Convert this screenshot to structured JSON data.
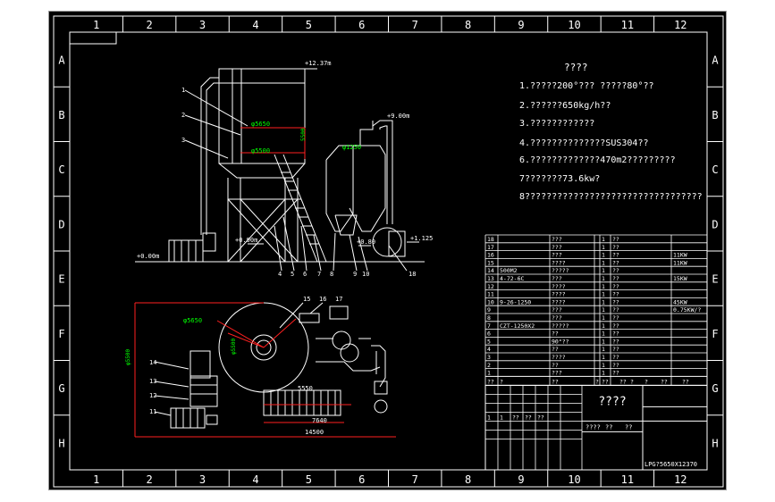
{
  "colors": {
    "background": "#000000",
    "border": "#ffffff",
    "dim": "#ff2020",
    "label": "#00ff00",
    "panel": "#ffffff"
  },
  "border": {
    "columns": [
      "1",
      "2",
      "3",
      "4",
      "5",
      "6",
      "7",
      "8",
      "9",
      "10",
      "11",
      "12"
    ],
    "rows": [
      "A",
      "B",
      "C",
      "D",
      "E",
      "F",
      "G",
      "H"
    ]
  },
  "notes": {
    "heading": "????",
    "lines": [
      "1.?????200°???  ?????80°??",
      "2.??????650kg/h??",
      "3.????????????",
      "4.??????????????SUS304??",
      "6.?????????????470m2?????????",
      "7???????73.6kw?",
      "8?????????????????????????????????"
    ]
  },
  "elevation": {
    "levels": [
      "+12.37m",
      "+9.00m",
      "+0.90m",
      "+0.00m",
      "+0.80",
      "+1.125"
    ],
    "dims": [
      "φ5650",
      "5500",
      "φ5500",
      "φ1250"
    ],
    "callouts": [
      "1",
      "2",
      "3",
      "4",
      "5",
      "6",
      "7",
      "8",
      "9",
      "10",
      "18"
    ]
  },
  "plan": {
    "dims": [
      "φ5650",
      "φ5500",
      "5550",
      "7640",
      "14500",
      "φ5500"
    ],
    "callouts": [
      "11",
      "12",
      "13",
      "14",
      "15",
      "16",
      "17"
    ]
  },
  "parts_list": {
    "rows": [
      {
        "no": "18",
        "name": "",
        "qty": "???",
        "note": "??",
        "power": ""
      },
      {
        "no": "17",
        "name": "",
        "qty": "???",
        "note": "??",
        "power": ""
      },
      {
        "no": "16",
        "name": "",
        "qty": "???",
        "note": "??",
        "power": "11KW"
      },
      {
        "no": "15",
        "name": "",
        "qty": "????",
        "note": "??",
        "power": "11KW"
      },
      {
        "no": "14",
        "name": "500M2",
        "qty": "?????",
        "note": "??",
        "power": ""
      },
      {
        "no": "13",
        "name": "4-72-6C",
        "qty": "???",
        "note": "??",
        "power": "15KW"
      },
      {
        "no": "12",
        "name": "",
        "qty": "????",
        "note": "??",
        "power": ""
      },
      {
        "no": "11",
        "name": "",
        "qty": "????",
        "note": "??",
        "power": ""
      },
      {
        "no": "10",
        "name": "9-26-1250",
        "qty": "????",
        "note": "??",
        "power": "45KW"
      },
      {
        "no": "9",
        "name": "",
        "qty": "???",
        "note": "??",
        "power": "0.75KW/?"
      },
      {
        "no": "8",
        "name": "",
        "qty": "???",
        "note": "??",
        "power": ""
      },
      {
        "no": "7",
        "name": "CZT-1250X2",
        "qty": "?????",
        "note": "??",
        "power": ""
      },
      {
        "no": "6",
        "name": "",
        "qty": "??",
        "note": "??",
        "power": ""
      },
      {
        "no": "5",
        "name": "",
        "qty": "90°??",
        "note": "??",
        "power": ""
      },
      {
        "no": "4",
        "name": "",
        "qty": "??",
        "note": "??",
        "power": ""
      },
      {
        "no": "3",
        "name": "",
        "qty": "????",
        "note": "??",
        "power": ""
      },
      {
        "no": "2",
        "name": "",
        "qty": "??",
        "note": "??",
        "power": ""
      },
      {
        "no": "1",
        "name": "",
        "qty": "???",
        "note": "??",
        "power": ""
      }
    ],
    "header": [
      "??",
      "?",
      "??",
      "?",
      "??",
      "??",
      "?",
      "?",
      "??",
      "??"
    ]
  },
  "title_block": {
    "title": "????",
    "small_row": [
      "????",
      "??",
      "??"
    ],
    "drawing_no": "LPG?5650X12370",
    "rev_cells": [
      "1",
      "1",
      "??",
      "??",
      "??"
    ]
  }
}
